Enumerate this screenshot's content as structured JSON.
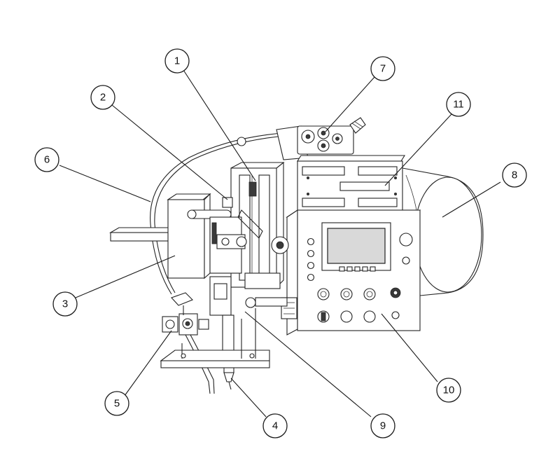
{
  "diagram": {
    "callouts": [
      {
        "id": "1",
        "label": "1"
      },
      {
        "id": "2",
        "label": "2"
      },
      {
        "id": "3",
        "label": "3"
      },
      {
        "id": "4",
        "label": "4"
      },
      {
        "id": "5",
        "label": "5"
      },
      {
        "id": "6",
        "label": "6"
      },
      {
        "id": "7",
        "label": "7"
      },
      {
        "id": "8",
        "label": "8"
      },
      {
        "id": "9",
        "label": "9"
      },
      {
        "id": "10",
        "label": "10"
      },
      {
        "id": "11",
        "label": "11"
      }
    ],
    "colors": {
      "line": "#222222",
      "background": "#ffffff",
      "screen": "#d9d9d9"
    }
  }
}
